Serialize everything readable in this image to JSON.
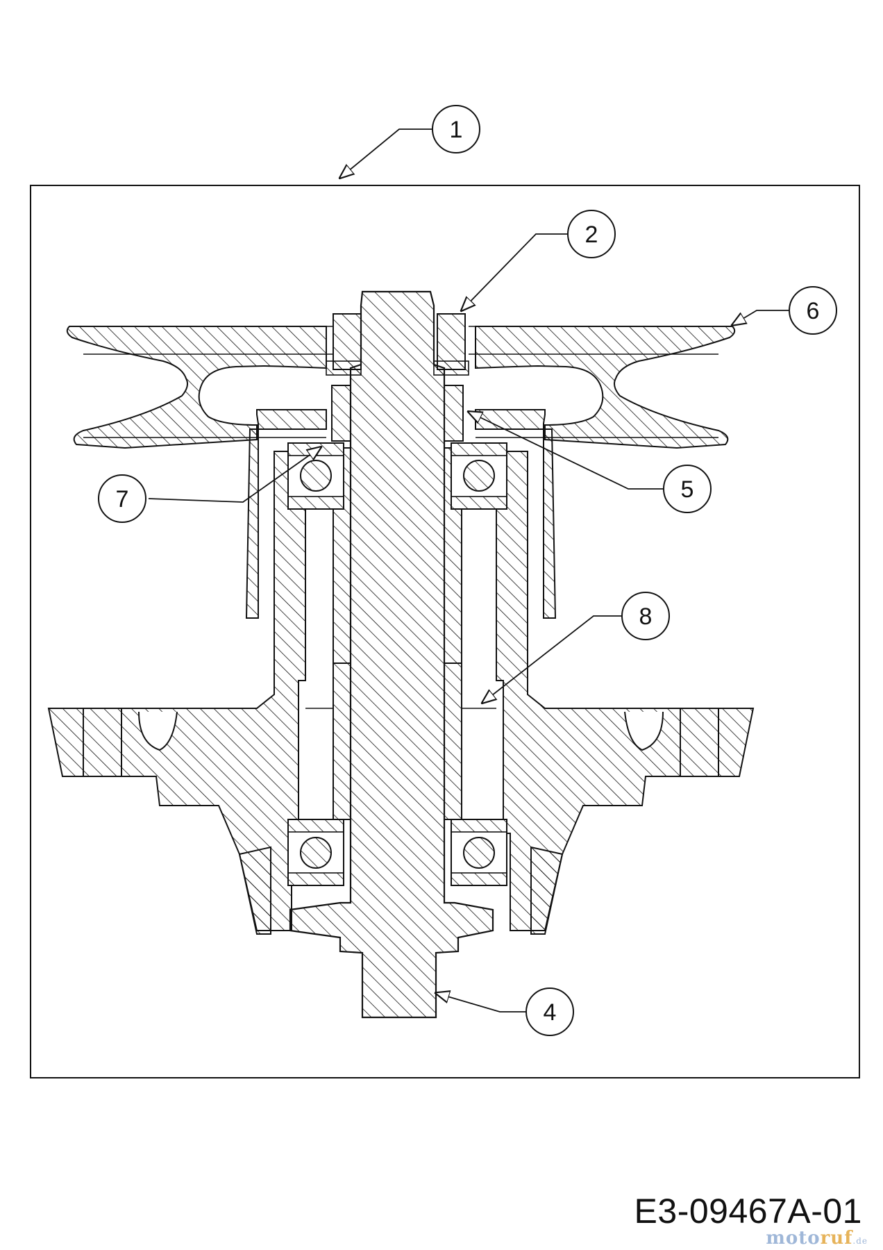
{
  "callouts": [
    {
      "id": "c1",
      "label": "1"
    },
    {
      "id": "c2",
      "label": "2"
    },
    {
      "id": "c4",
      "label": "4"
    },
    {
      "id": "c5",
      "label": "5"
    },
    {
      "id": "c6",
      "label": "6"
    },
    {
      "id": "c7",
      "label": "7"
    },
    {
      "id": "c8",
      "label": "8"
    }
  ],
  "drawing_code": "E3-09467A-01",
  "watermark": {
    "main_a": "moto",
    "main_b": "ruf",
    "suffix": ".de"
  },
  "colors": {
    "line": "#111111",
    "background": "#ffffff",
    "watermark_blue": "#9fb7d8",
    "watermark_orange": "#e6b35a"
  }
}
